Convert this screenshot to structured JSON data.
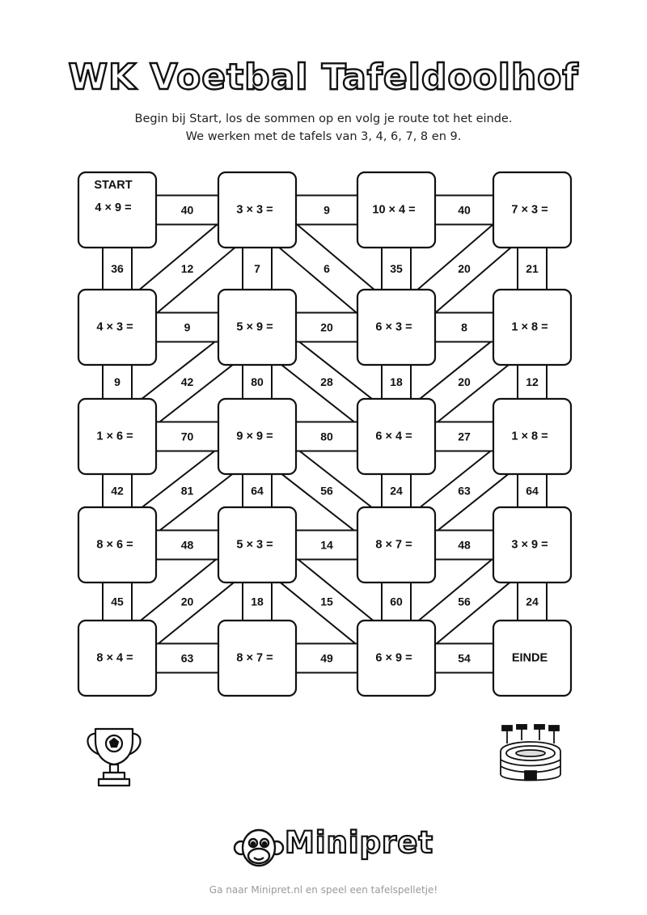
{
  "title": "WK Voetbal Tafeldoolhof",
  "instructions": [
    "Begin bij Start, los de sommen op en volg je route tot het einde.",
    "We werken met de tafels van 3, 4, 6, 7, 8 en 9."
  ],
  "maze": {
    "rows": [
      [
        {
          "label": "START",
          "text": "4 × 9 ="
        },
        {
          "text": "3 × 3 ="
        },
        {
          "text": "10 × 4 ="
        },
        {
          "text": "7 × 3 ="
        }
      ],
      [
        {
          "text": "4 × 3 ="
        },
        {
          "text": "5 × 9 ="
        },
        {
          "text": "6 × 3 ="
        },
        {
          "text": "1 × 8 ="
        }
      ],
      [
        {
          "text": "1 × 6 ="
        },
        {
          "text": "9 × 9 ="
        },
        {
          "text": "6 × 4 ="
        },
        {
          "text": "1 × 8 ="
        }
      ],
      [
        {
          "text": "8 × 6 ="
        },
        {
          "text": "5 × 3 ="
        },
        {
          "text": "8 × 7 ="
        },
        {
          "text": "3 × 9 ="
        }
      ],
      [
        {
          "text": "8 × 4 ="
        },
        {
          "text": "8 × 7 ="
        },
        {
          "text": "6 × 9 ="
        },
        {
          "text": "EINDE"
        }
      ]
    ],
    "horizontal": [
      [
        "40",
        "9",
        "40"
      ],
      [
        "9",
        "20",
        "8"
      ],
      [
        "70",
        "80",
        "27"
      ],
      [
        "48",
        "14",
        "48"
      ],
      [
        "63",
        "49",
        "54"
      ]
    ],
    "vertical": [
      [
        "36",
        "7",
        "35",
        "21"
      ],
      [
        "9",
        "80",
        "18",
        "12"
      ],
      [
        "42",
        "64",
        "24",
        "64"
      ],
      [
        "45",
        "18",
        "60",
        "24"
      ]
    ],
    "diagonal": [
      [
        "12",
        "6",
        "20"
      ],
      [
        "42",
        "28",
        "20"
      ],
      [
        "81",
        "56",
        "63"
      ],
      [
        "20",
        "15",
        "56"
      ]
    ]
  },
  "brand": "Minipret",
  "footer": "Ga naar Minipret.nl en speel een tafelspelletje!"
}
